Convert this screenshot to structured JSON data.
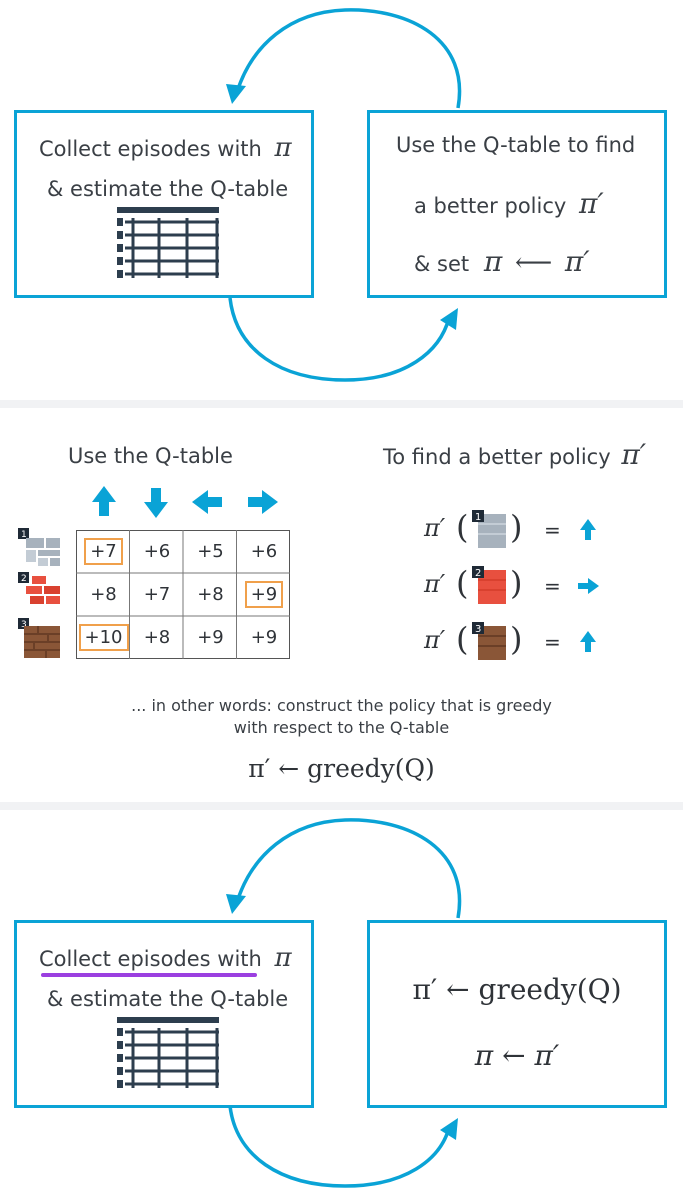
{
  "colors": {
    "accent": "#0aa3d6",
    "highlight": "#f0a04b",
    "underline": "#9b3fe0",
    "text": "#3a3f45"
  },
  "top": {
    "left_box": {
      "line1": "Collect episodes with",
      "line2": "& estimate the Q-table",
      "pi": "π"
    },
    "right_box": {
      "line1": "Use the Q-table to find",
      "line2": "a better policy",
      "line3": "& set",
      "pi": "π",
      "pi_prime": "π′",
      "arrow": "⟵"
    }
  },
  "middle": {
    "left_title": "Use the Q-table",
    "right_title": "To find a better policy",
    "right_title_pi": "π′",
    "actions": [
      "up-arrow-icon",
      "down-arrow-icon",
      "left-arrow-icon",
      "right-arrow-icon"
    ],
    "states": [
      {
        "num": "1",
        "icon": "stone-wall-icon"
      },
      {
        "num": "2",
        "icon": "red-brick-icon"
      },
      {
        "num": "3",
        "icon": "brown-brick-icon"
      }
    ],
    "qtable": [
      [
        "+7",
        "+6",
        "+5",
        "+6"
      ],
      [
        "+8",
        "+7",
        "+8",
        "+9"
      ],
      [
        "+10",
        "+8",
        "+9",
        "+9"
      ]
    ],
    "highlighted": [
      [
        0,
        0
      ],
      [
        1,
        3
      ],
      [
        2,
        0
      ]
    ],
    "policy": [
      {
        "state": "1",
        "eq": "=",
        "action": "up-arrow-icon"
      },
      {
        "state": "2",
        "eq": "=",
        "action": "right-arrow-icon"
      },
      {
        "state": "3",
        "eq": "=",
        "action": "up-arrow-icon"
      }
    ],
    "policy_pi": "π′",
    "caption1": "... in other words: construct the policy that is greedy",
    "caption2": "with respect to the Q-table",
    "formula": "π′ ← greedy(Q)"
  },
  "bottom": {
    "left_box": {
      "line1": "Collect episodes with",
      "line2": "& estimate the Q-table",
      "pi": "π"
    },
    "right_box": {
      "line1": "π′ ← greedy(Q)",
      "line2": "π ← π′"
    }
  }
}
